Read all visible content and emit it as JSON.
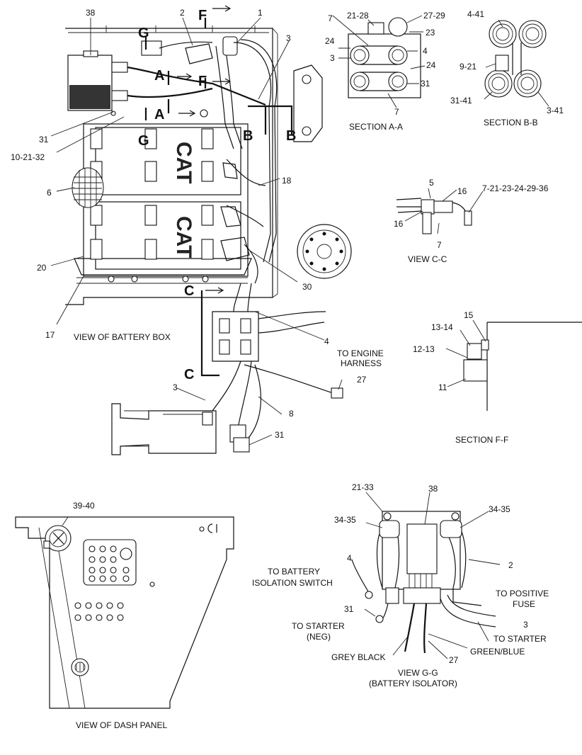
{
  "captions": {
    "battery_box": "VIEW OF BATTERY BOX",
    "section_aa": "SECTION A-A",
    "section_bb": "SECTION B-B",
    "view_cc": "VIEW C-C",
    "section_ff": "SECTION F-F",
    "dash_panel": "VIEW OF DASH PANEL",
    "view_gg_1": "VIEW G-G",
    "view_gg_2": "(BATTERY ISOLATOR)"
  },
  "section_markers": {
    "g": "G",
    "f": "F",
    "a": "A",
    "b": "B",
    "c": "C"
  },
  "brand": {
    "cat": "CAT"
  },
  "battery_box_labels": {
    "l38": "38",
    "l2": "2",
    "l1": "1",
    "l3": "3",
    "l31": "31",
    "l10_21_32": "10-21-32",
    "l6": "6",
    "l18": "18",
    "l20": "20",
    "l17": "17",
    "l30": "30",
    "l4": "4",
    "l27": "27",
    "l8": "8",
    "l3b": "3",
    "l31b": "31",
    "to_engine_1": "TO ENGINE",
    "to_engine_2": "HARNESS"
  },
  "section_aa_labels": {
    "l21_28": "21-28",
    "l27_29": "27-29",
    "l7": "7",
    "l23": "23",
    "l24": "24",
    "l3": "3",
    "l4": "4",
    "l24b": "24",
    "l31": "31",
    "l7b": "7"
  },
  "section_bb_labels": {
    "l4_41": "4-41",
    "l9_21": "9-21",
    "l31_41": "31-41",
    "l3_41": "3-41"
  },
  "view_cc_labels": {
    "l5": "5",
    "l16": "16",
    "l7_21": "7-21-23-24-29-36",
    "l16b": "16",
    "l7": "7"
  },
  "section_ff_labels": {
    "l15": "15",
    "l13_14": "13-14",
    "l12_13": "12-13",
    "l11": "11"
  },
  "dash_labels": {
    "l39_40": "39-40"
  },
  "view_gg_labels": {
    "l21_33": "21-33",
    "l38": "38",
    "l34_35a": "34-35",
    "l34_35b": "34-35",
    "l4": "4",
    "l2": "2",
    "l31": "31",
    "l3": "3",
    "l27": "27",
    "to_battery_1": "TO BATTERY",
    "to_battery_2": "ISOLATION SWITCH",
    "to_positive_1": "TO POSITIVE",
    "to_positive_2": "FUSE",
    "to_starter_neg_1": "TO STARTER",
    "to_starter_neg_2": "(NEG)",
    "to_starter": "TO STARTER",
    "grey_black": "GREY BLACK",
    "green_blue": "GREEN/BLUE"
  }
}
